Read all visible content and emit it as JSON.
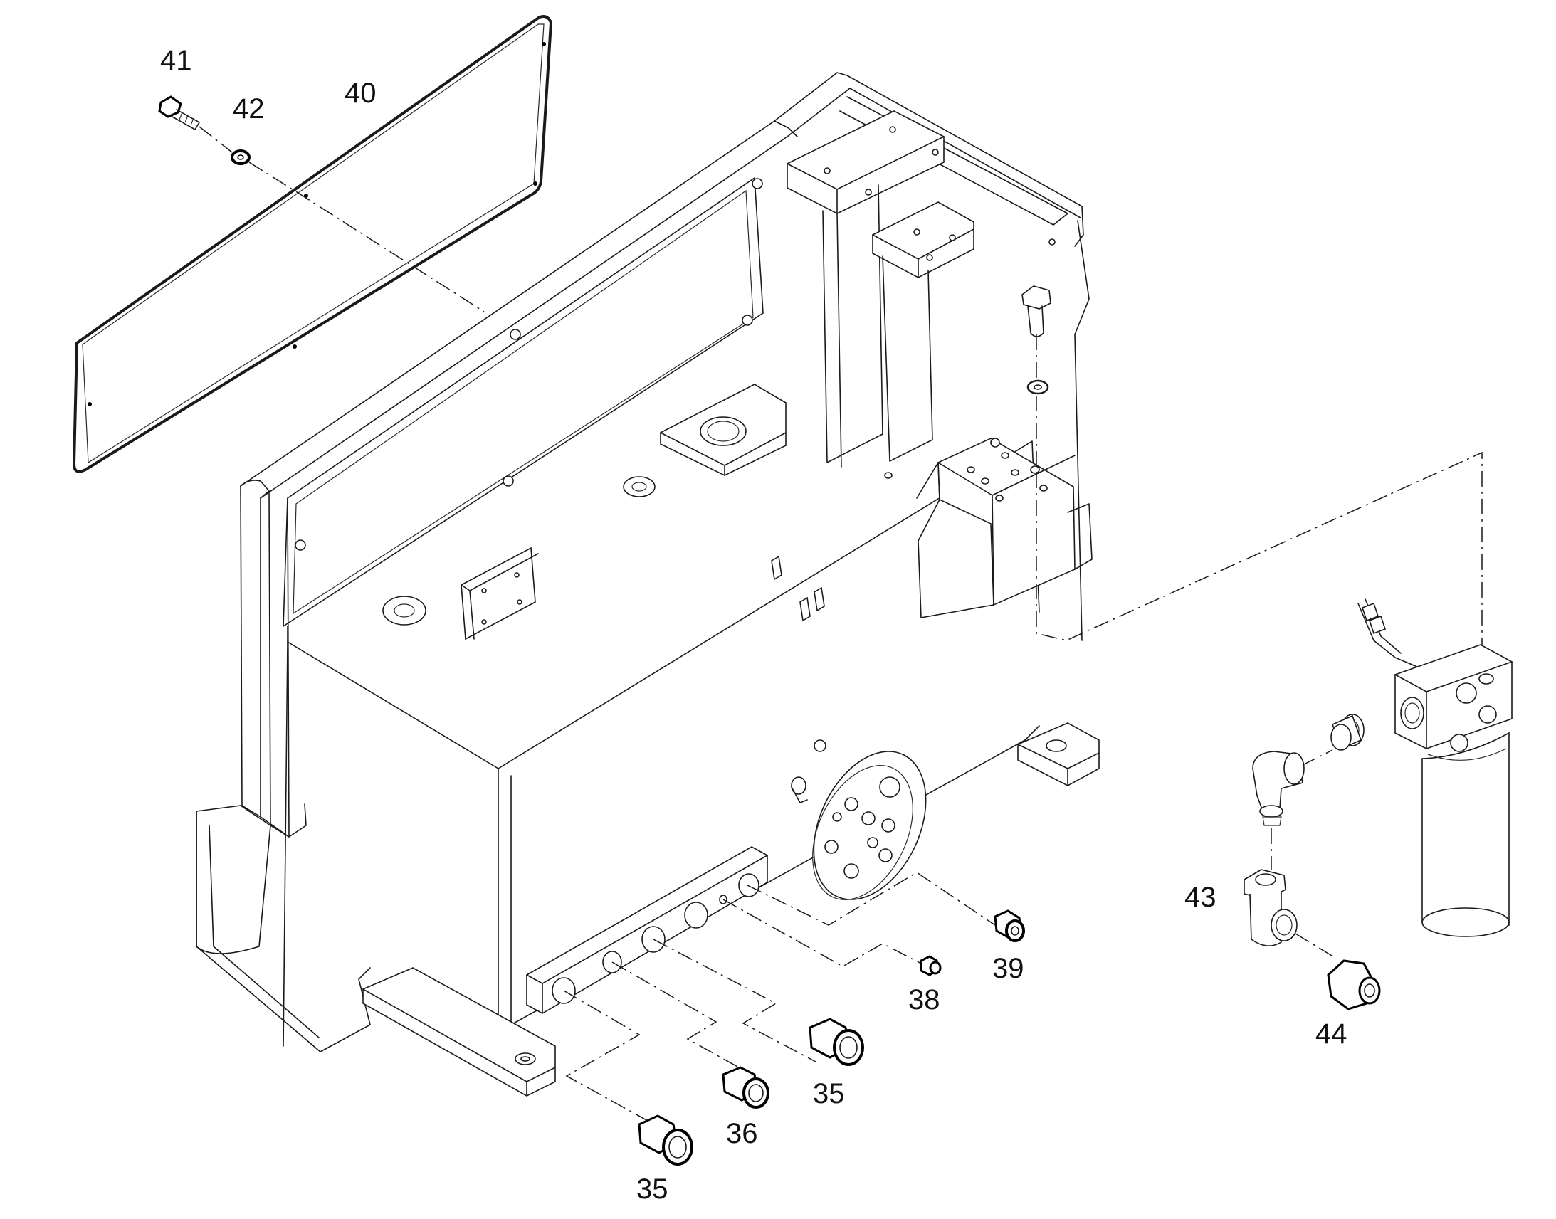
{
  "callouts": {
    "c35a": "35",
    "c35b": "35",
    "c36": "36",
    "c38": "38",
    "c39": "39",
    "c40": "40",
    "c41": "41",
    "c42": "42",
    "c43": "43",
    "c44": "44"
  },
  "colors": {
    "line": "#1a1a1a",
    "background": "#ffffff"
  }
}
